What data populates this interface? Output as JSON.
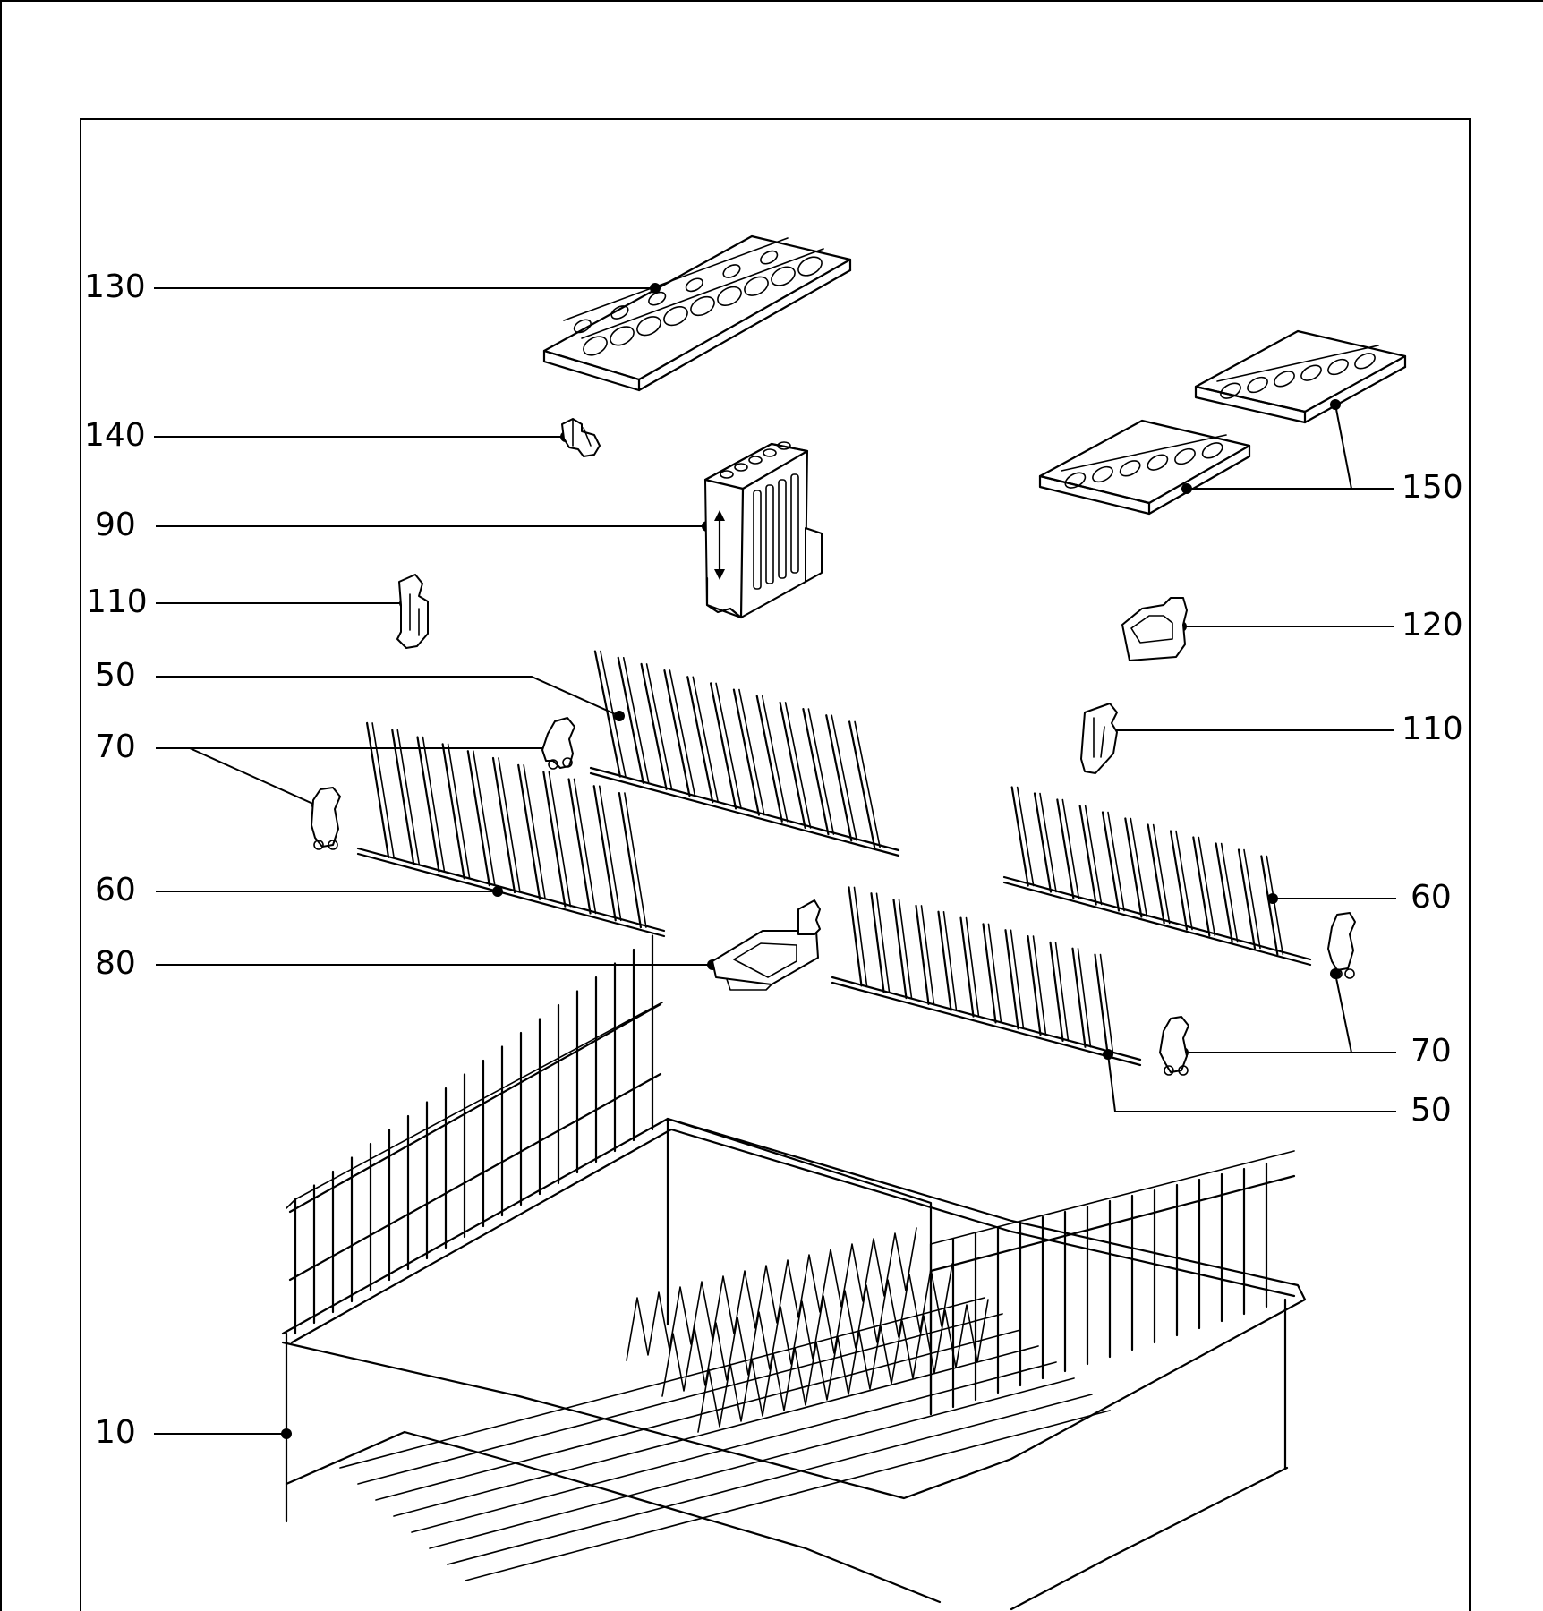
{
  "callouts": [
    {
      "id": "c130-top",
      "text": "130"
    },
    {
      "id": "c140",
      "text": "140"
    },
    {
      "id": "c90",
      "text": "90"
    },
    {
      "id": "c110-left",
      "text": "110"
    },
    {
      "id": "c50-left",
      "text": "50"
    },
    {
      "id": "c70-left",
      "text": "70"
    },
    {
      "id": "c60-left",
      "text": "60"
    },
    {
      "id": "c80",
      "text": "80"
    },
    {
      "id": "c10",
      "text": "10"
    },
    {
      "id": "c150",
      "text": "150"
    },
    {
      "id": "c120",
      "text": "120"
    },
    {
      "id": "c110-right",
      "text": "110"
    },
    {
      "id": "c60-right",
      "text": "60"
    },
    {
      "id": "c70-right",
      "text": "70"
    },
    {
      "id": "c50-right",
      "text": "50"
    }
  ]
}
